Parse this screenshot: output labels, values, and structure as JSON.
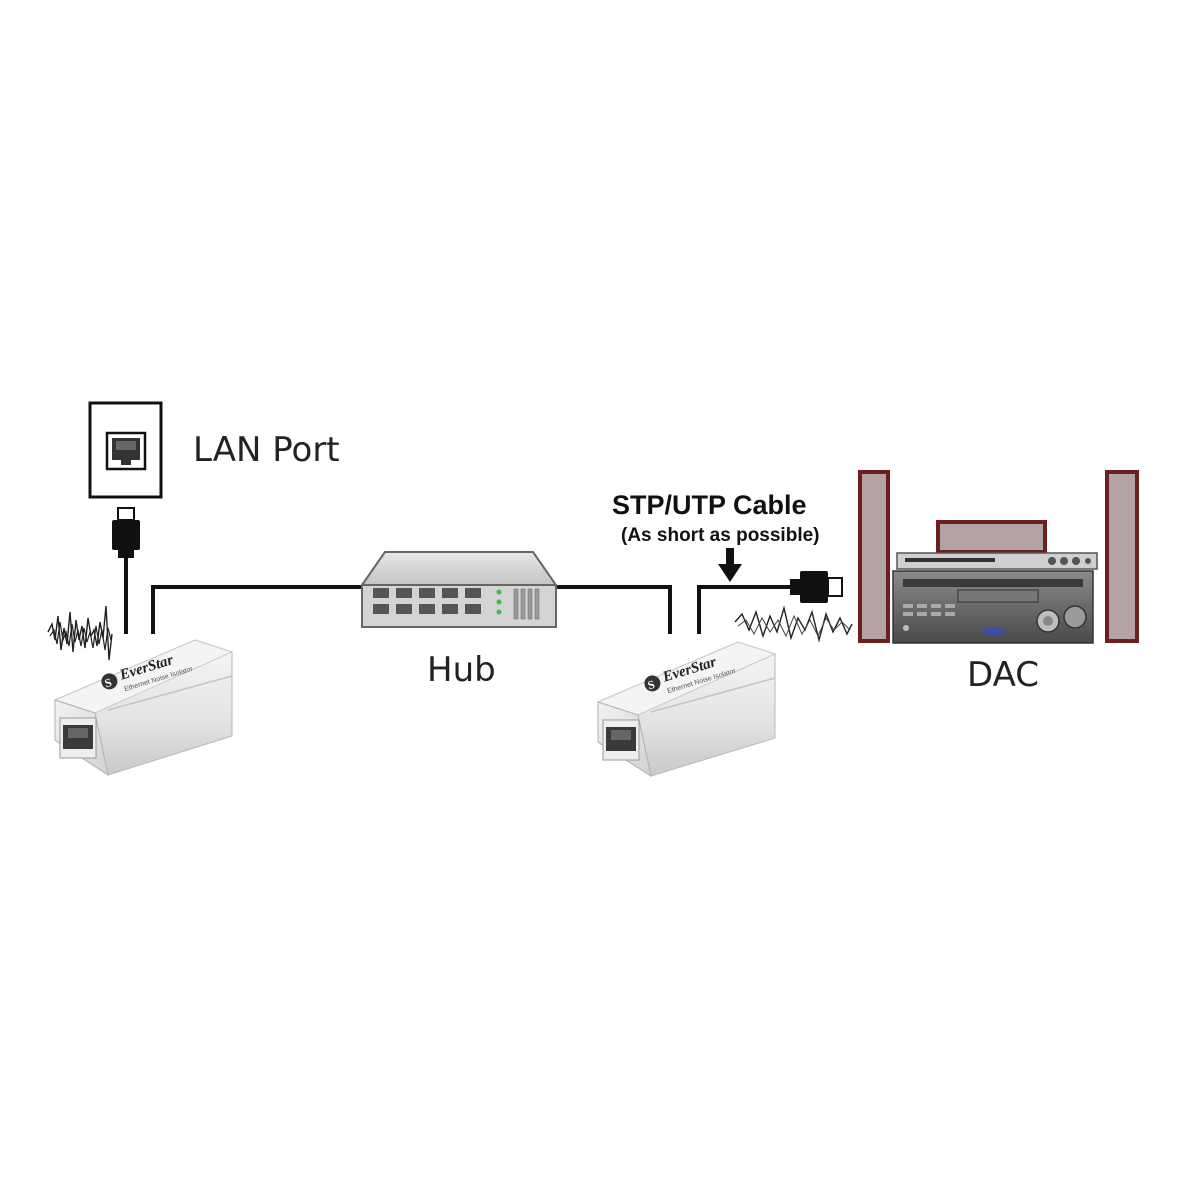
{
  "labels": {
    "lan_port": "LAN Port",
    "hub": "Hub",
    "dac": "DAC",
    "cable_title": "STP/UTP Cable",
    "cable_note": "(As short as possible)"
  },
  "devices": {
    "isolator_brand": "EverStar",
    "isolator_sub": "Ethernet Noise Isolator"
  },
  "colors": {
    "cable": "#111111",
    "isolator_body": "#e6e6e6",
    "hub_body": "#d9d9d9",
    "speaker_frame": "#6b1f1f",
    "speaker_panel": "#b3a3a3",
    "receiver_body": "#5a5a5a",
    "noise_wave": "#222222"
  }
}
